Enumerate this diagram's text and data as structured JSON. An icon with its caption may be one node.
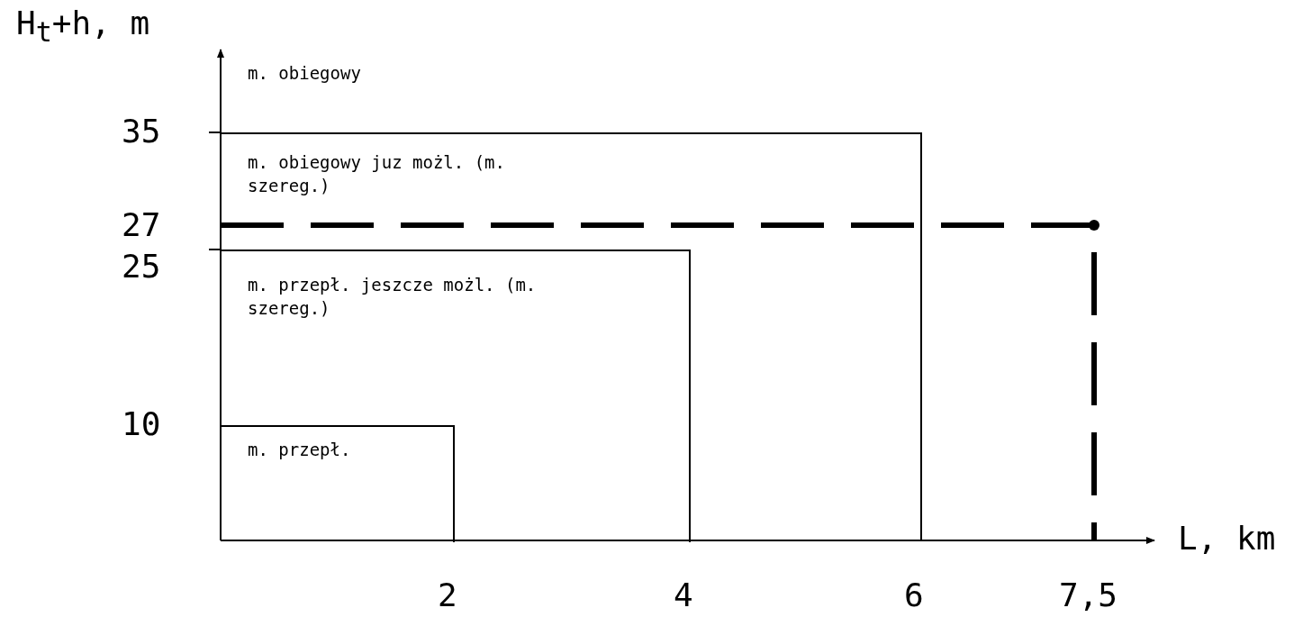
{
  "diagram": {
    "nodes": [
      {
        "text": [
          "m. obiegowy juz możl. (m. szereg.)"
        ]
      },
      {
        "text": [
          "m. przepł. jeszcze możl. (m. szereg.)"
        ],
        "in": 0
      },
      {
        "text": [
          "m. przepł."
        ],
        "in": 1
      }
    ],
    "labels": [
      "H$_{t}$+h, m",
      "m. obiegowy",
      "35",
      "27",
      "25",
      "10",
      "L, km",
      "2",
      "4",
      "6",
      "7,5"
    ]
  }
}
